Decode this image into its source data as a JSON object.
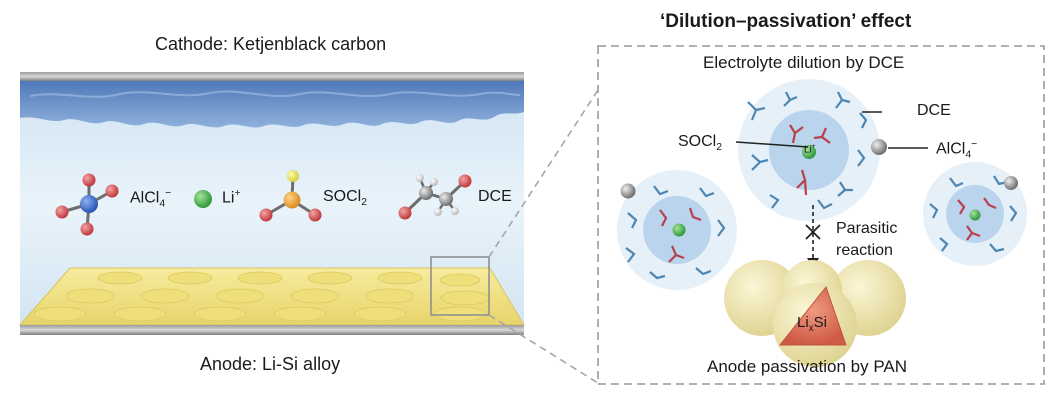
{
  "left_panel": {
    "cathode_label": "Cathode: Ketjenblack carbon",
    "anode_label": "Anode: Li-Si alloy",
    "species": [
      {
        "label_main": "AlCl",
        "label_sub": "4",
        "label_sup": "−",
        "icon": "alcl4-molecule-icon"
      },
      {
        "label_main": "Li",
        "label_sub": "",
        "label_sup": "+",
        "icon": "li-ion-icon"
      },
      {
        "label_main": "SOCl",
        "label_sub": "2",
        "label_sup": "",
        "icon": "socl2-molecule-icon"
      },
      {
        "label_main": "DCE",
        "label_sub": "",
        "label_sup": "",
        "icon": "dce-molecule-icon"
      }
    ]
  },
  "right_panel": {
    "title": "‘Dilution–passivation’ effect",
    "top_caption": "Electrolyte dilution by DCE",
    "bottom_caption": "Anode passivation by PAN",
    "labels": {
      "dce": "DCE",
      "socl2_main": "SOCl",
      "socl2_sub": "2",
      "alcl4_main": "AlCl",
      "alcl4_sub": "4",
      "alcl4_sup": "−",
      "li_center_main": "Li",
      "li_center_sup": "+",
      "parasitic_line1": "Parasitic",
      "parasitic_line2": "reaction",
      "lixsi_main": "Li",
      "lixsi_sub": "x",
      "lixsi_tail": "Si"
    }
  },
  "colors": {
    "electrolyte": "#dcebf6",
    "cathode_carbon": "#6f93c9",
    "anode_gold": "#f2e488",
    "li_green": "#3fae49",
    "dce_stick": "#4d86b3",
    "socl2_stick": "#b8404c",
    "solvation_shell": "#c6dcef",
    "pan_particle": "#efe7b3",
    "lixsi_core": "#d9735f",
    "dashed_frame": "#a6a6a6"
  }
}
